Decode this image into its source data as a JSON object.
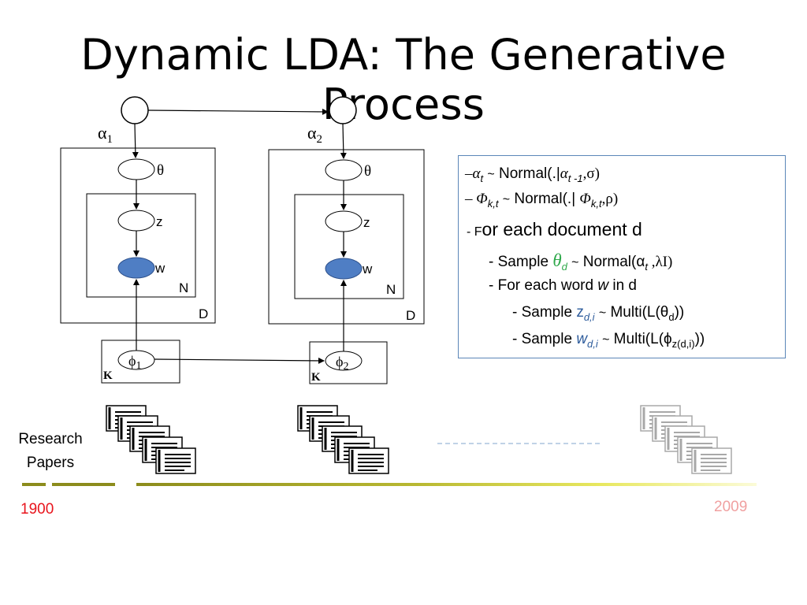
{
  "slide": {
    "title": "Dynamic LDA: The Generative Process",
    "side_label_line1": "Research",
    "side_label_line2": "Papers",
    "year_start": "1900",
    "year_end": "2009",
    "colors": {
      "observed_node": "#4f7ec4",
      "box_border": "#5b86b8",
      "year_start": "#e8141c",
      "year_end": "#f0a0a0",
      "timeline": "#9a9a2a"
    }
  },
  "model_1": {
    "alpha_symbol": "α",
    "alpha_sub": "1",
    "theta_label": "θ",
    "z_label": "z",
    "w_label": "w",
    "n_label": "N",
    "d_label": "D",
    "phi_symbol": "ϕ",
    "phi_sub": "1",
    "k_label": "K"
  },
  "model_2": {
    "alpha_symbol": "α",
    "alpha_sub": "2",
    "theta_label": "θ",
    "z_label": "z",
    "w_label": "w",
    "n_label": "N",
    "d_label": "D",
    "phi_symbol": "ϕ",
    "phi_sub": "2",
    "k_label": "K"
  },
  "process": {
    "line1": {
      "dash": "–",
      "sym": "α",
      "sub": "t",
      "tilde": "~",
      "text1": " Normal(.|",
      "sym2": "α",
      "sub2": "t -1",
      "text2": ",σ)"
    },
    "line2": {
      "dash": "– ",
      "sym": "Φ",
      "sub": "k,t",
      "tilde": "~",
      "text1": " Normal(.| ",
      "sym2": "Φ",
      "sub2": "k,t",
      "text2": ",ρ)"
    },
    "line3": {
      "prefix": "- F",
      "text": "or each document d"
    },
    "line4": {
      "prefix": "- Sample ",
      "sym": "θ",
      "sub": "d",
      "tilde": "~",
      "text1": " Normal(α",
      "sub2": "t",
      "text2": " ,λI)"
    },
    "line5": {
      "prefix": "- For each word ",
      "w": "w",
      "text": " in d"
    },
    "line6": {
      "prefix": "- Sample ",
      "var": "z",
      "sub": "d,i",
      "tilde": "~",
      "text1": " Multi(L(θ",
      "sub2": "d",
      "text2": "))"
    },
    "line7": {
      "prefix": "- Sample ",
      "var": "w",
      "sub": "d,i",
      "tilde": "~",
      "text1": " Multi(L(ϕ",
      "sub2": "z(d,i)",
      "text2": "))"
    }
  }
}
